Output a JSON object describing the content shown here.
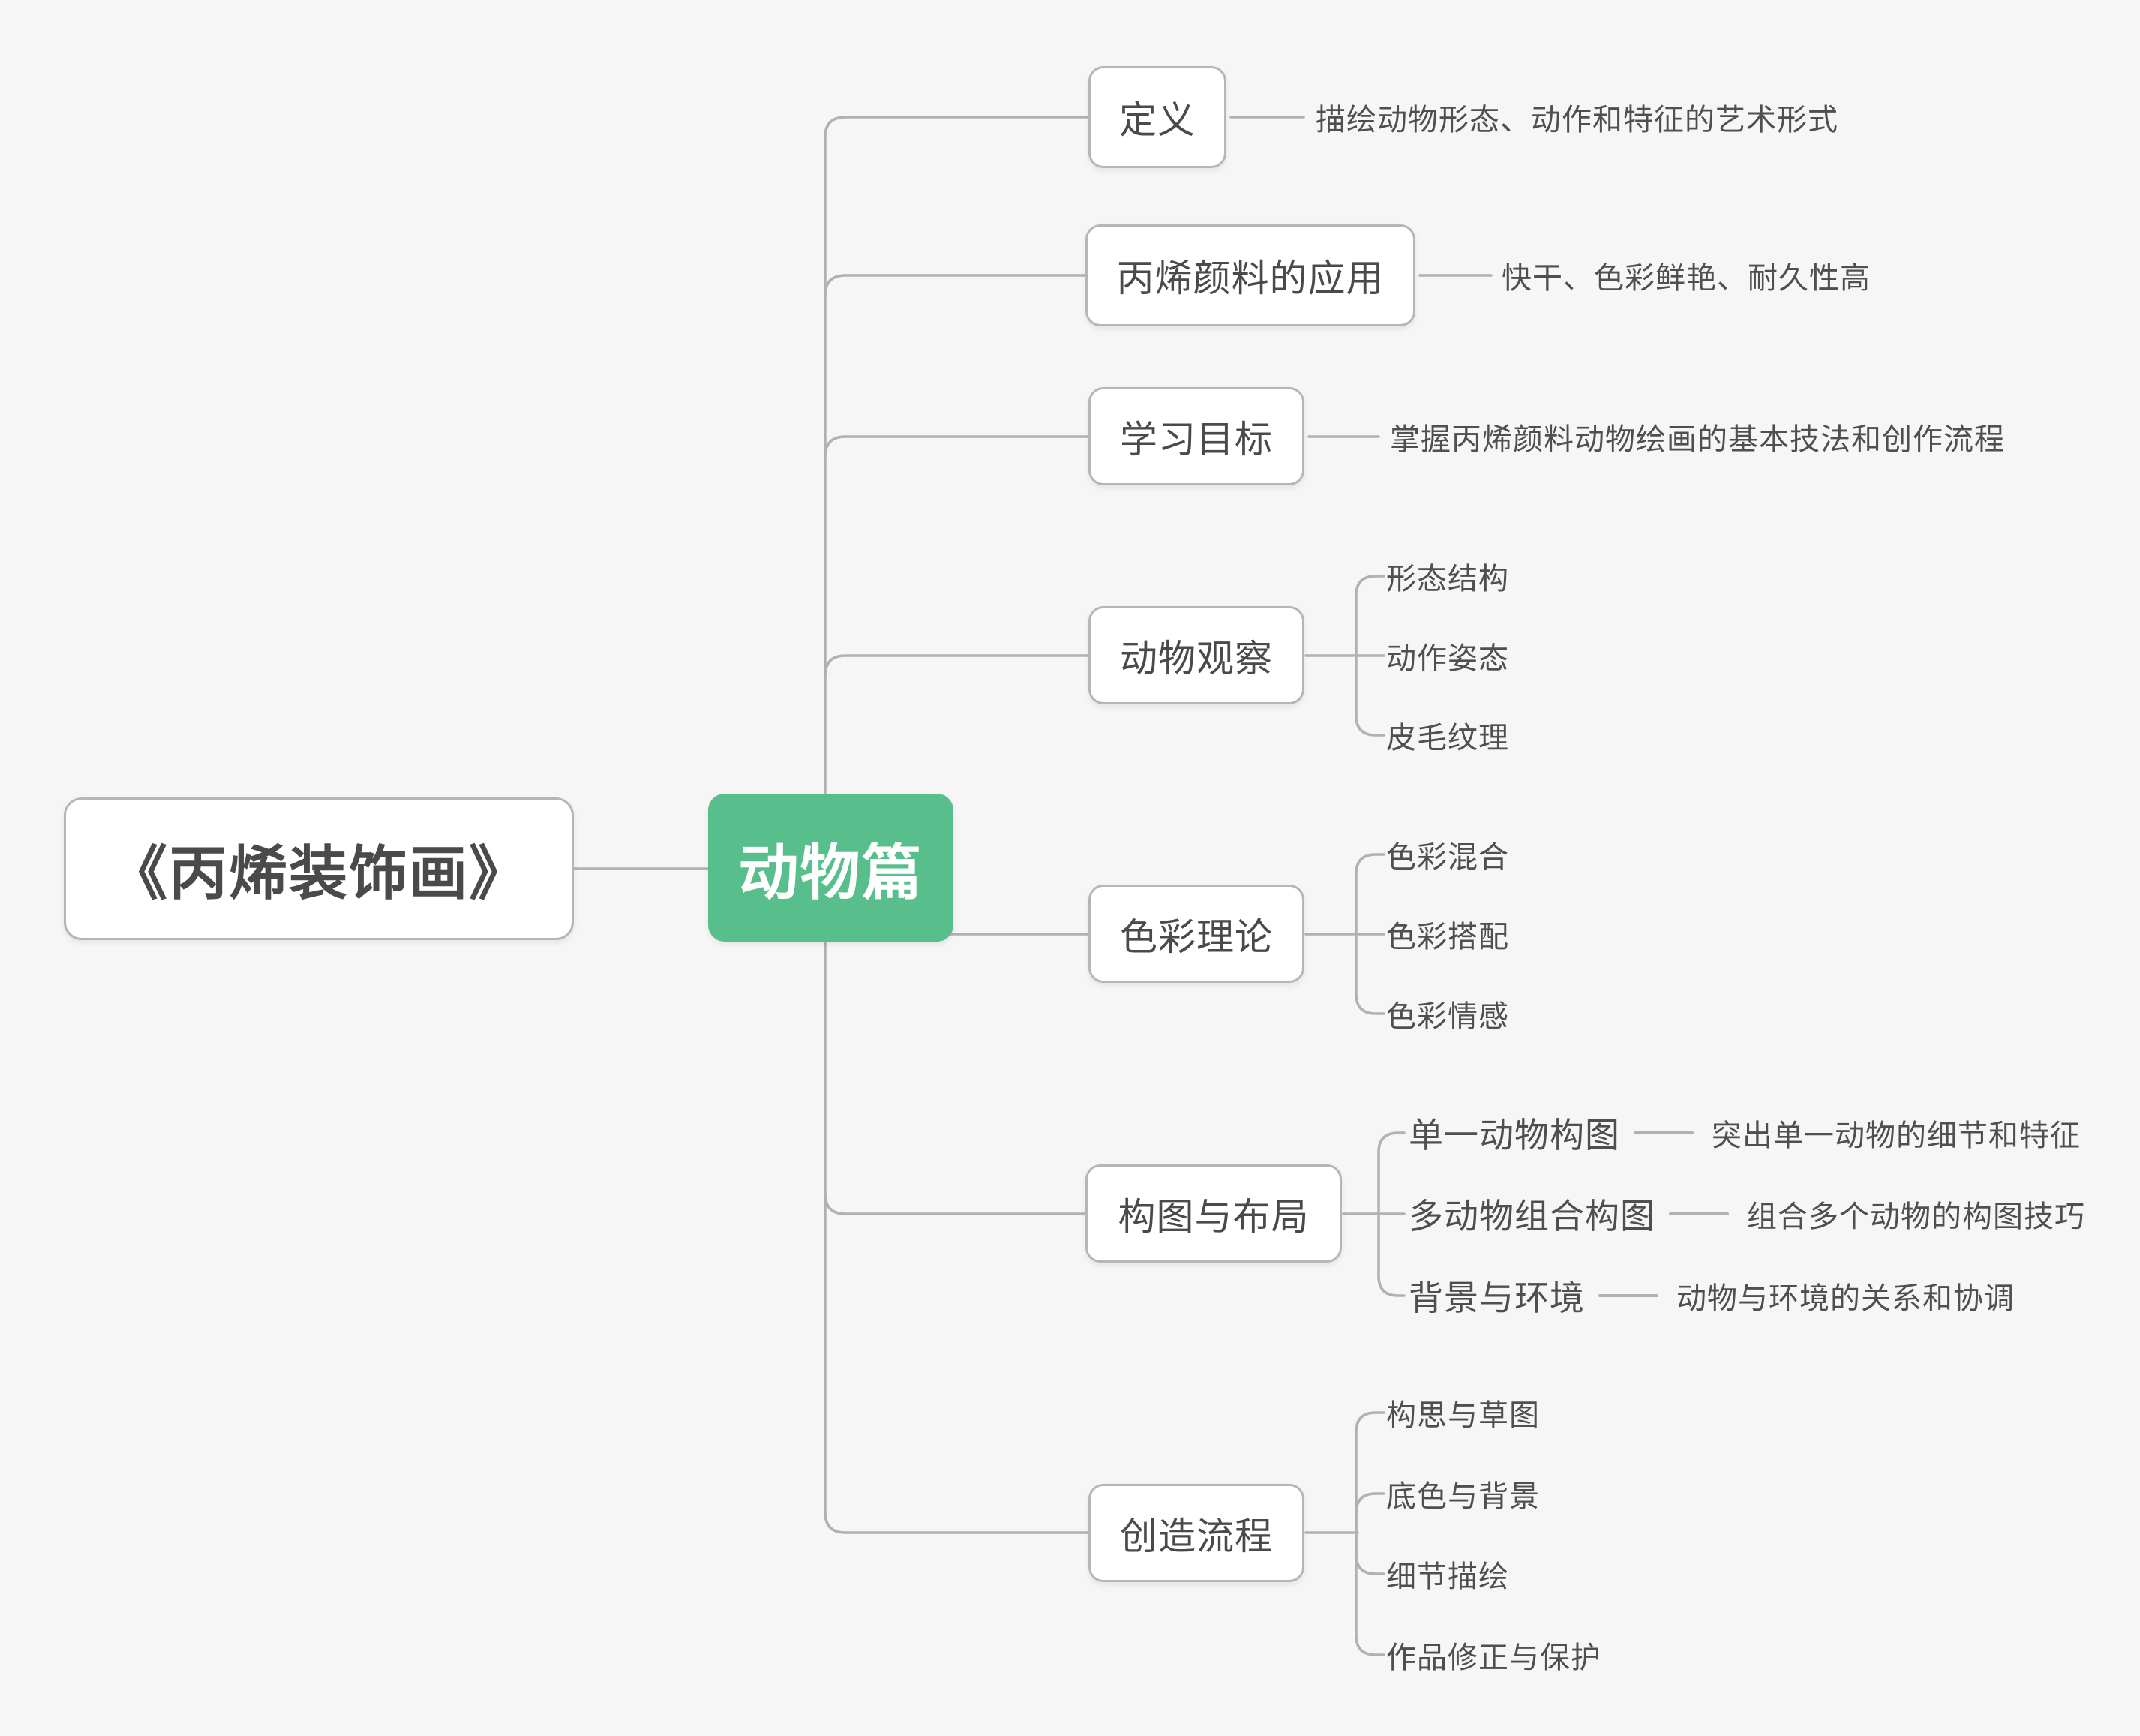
{
  "background": "#f6f6f6",
  "accent_green": "#58BF8C",
  "line_color": "#b1b1b1",
  "root": {
    "label": "《丙烯装饰画》"
  },
  "center": {
    "label": "动物篇"
  },
  "branches": [
    {
      "label": "定义",
      "note": "描绘动物形态、动作和特征的艺术形式"
    },
    {
      "label": "丙烯颜料的应用",
      "note": "快干、色彩鲜艳、耐久性高"
    },
    {
      "label": "学习目标",
      "note": "掌握丙烯颜料动物绘画的基本技法和创作流程"
    },
    {
      "label": "动物观察",
      "children": [
        "形态结构",
        "动作姿态",
        "皮毛纹理"
      ]
    },
    {
      "label": "色彩理论",
      "children": [
        "色彩混合",
        "色彩搭配",
        "色彩情感"
      ]
    },
    {
      "label": "构图与布局",
      "children": [
        {
          "label": "单一动物构图",
          "note": "突出单一动物的细节和特征"
        },
        {
          "label": "多动物组合构图",
          "note": "组合多个动物的构图技巧"
        },
        {
          "label": "背景与环境",
          "note": "动物与环境的关系和协调"
        }
      ]
    },
    {
      "label": "创造流程",
      "children": [
        "构思与草图",
        "底色与背景",
        "细节描绘",
        "作品修正与保护"
      ]
    }
  ]
}
